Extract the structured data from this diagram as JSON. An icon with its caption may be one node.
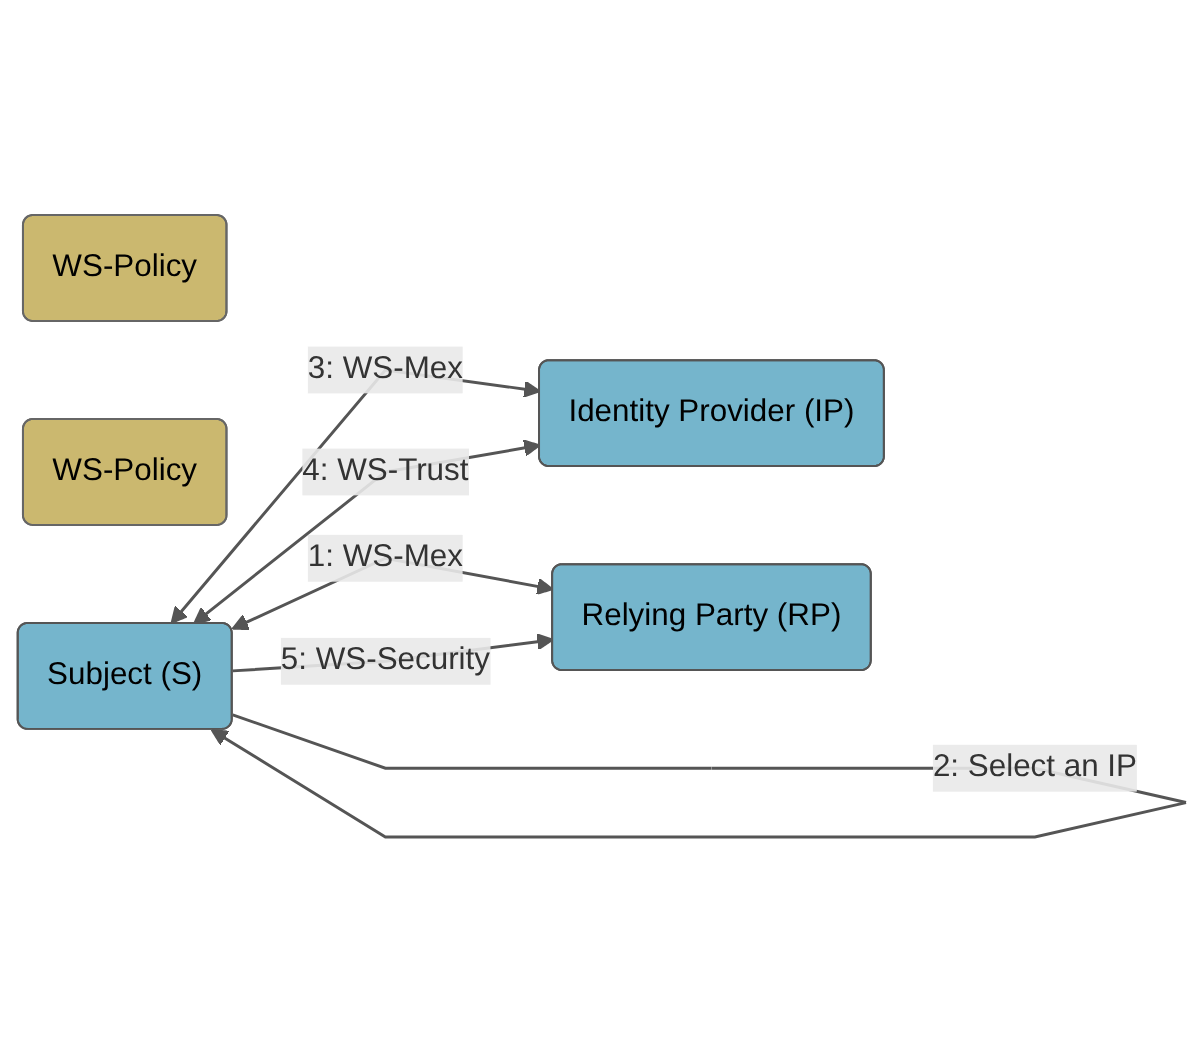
{
  "diagram": {
    "nodes": [
      {
        "text": [
          "WS-Policy"
        ]
      },
      {
        "text": [
          "Identity Provider (IP)"
        ]
      },
      {
        "text": [
          "WS-Policy"
        ]
      },
      {
        "text": [
          "Subject (S)"
        ]
      },
      {
        "text": [
          "Relying Party (RP)"
        ]
      }
    ],
    "edges": [
      {
        "from": 3,
        "to": 1,
        "arrow": "both",
        "label": "3: WS-Mex"
      },
      {
        "from": 3,
        "to": 1,
        "arrow": "both",
        "label": "4: WS-Trust"
      },
      {
        "from": 3,
        "to": 4,
        "arrow": "both",
        "label": "1: WS-Mex"
      },
      {
        "from": 3,
        "to": 4,
        "arrow": "to",
        "label": "5: WS-Security"
      },
      {
        "from": 3,
        "to": 3,
        "arrow": "to",
        "label": "2: Select an IP"
      }
    ]
  }
}
